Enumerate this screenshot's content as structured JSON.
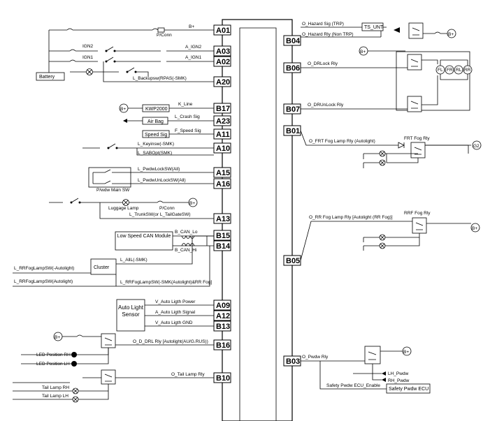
{
  "pins_left": [
    {
      "pin": "A01",
      "label": "B+"
    },
    {
      "pin": "A03",
      "label": "A_IGN2"
    },
    {
      "pin": "A02",
      "label": "A_IGN1"
    },
    {
      "pin": "A20",
      "label": "L_Backupsw(RPAS(-SMK)"
    },
    {
      "pin": "B17",
      "label": "K_Line"
    },
    {
      "pin": "A23",
      "label": "L_Crash Sig"
    },
    {
      "pin": "A11",
      "label": "F_Speed Sig"
    },
    {
      "pin": "A10",
      "label": "L_Keyinsw(-SMK)"
    },
    {
      "pin": "A15",
      "label": "L_PwdwLockSW(All)"
    },
    {
      "pin": "A16",
      "label": "L_PwdwUnLockSW(All)"
    },
    {
      "pin": "A13",
      "label": "L_TrunkSW(or L_TailGateSW)"
    },
    {
      "pin": "B15",
      "label": "B_CAN_Lo"
    },
    {
      "pin": "B14",
      "label": "B_CAN_Hi"
    },
    {
      "pin": "A09",
      "label": "V_Auto Ligth Power"
    },
    {
      "pin": "A12",
      "label": "A_Auto Ligth Signal"
    },
    {
      "pin": "B13",
      "label": "V_Auto Ligth GND"
    },
    {
      "pin": "B16",
      "label": "O_D_DRL Rly [Autolight(AU/G.RUS))"
    },
    {
      "pin": "B10",
      "label": "O_Tail Lamp Rly"
    }
  ],
  "pins_right": [
    {
      "pin": "B04",
      "label1": "O_Hazard Sig (TRP)",
      "label2": "O_Hazard Rly (Non TRP)"
    },
    {
      "pin": "B06",
      "label1": "O_DRLock Rly"
    },
    {
      "pin": "B07",
      "label1": "O_DRUnLock Rly"
    },
    {
      "pin": "B01",
      "label1": "O_FRT Fog Lamp Rly (Autolight)"
    },
    {
      "pin": "B05",
      "label1": "O_RR Fog Lamp Rly [Autolight (RR Fog)]"
    },
    {
      "pin": "B03",
      "label1": "O_Pwdw Rly"
    }
  ],
  "left_labels": {
    "pconn1": "P/Conn",
    "ign2": "IGN2",
    "ign1": "IGN1",
    "battery": "Battery",
    "kwp": "KWP2000",
    "airbag": "Air Bag",
    "speed": "Speed Sig",
    "sabopt": "L_SABOpt(SMK)",
    "pwdw_main": "P/wdw Main SW",
    "luggage": "Luggage Lamp",
    "pconn2": "P/Conn",
    "can_module": "Low Speed CAN Module",
    "cluster": "Cluster",
    "alll": "L_AllL(-SMK)",
    "rrfog_auto_neg": "L_RRFogLampSW(-Autolight)",
    "rrfog_auto": "L_RRFogLampSW(Autolight)",
    "rrfog_smk": "L_RRFogLampSW(-SMK(Autolight)&RR Fog]",
    "auto_light": "Auto Light Sensor",
    "led_rh": "LED Position RH",
    "led_lh": "LED Position LH",
    "tail_rh": "Tail Lamp RH",
    "tail_lh": "Tail Lamp LH",
    "bplus": "B+"
  },
  "right_labels": {
    "ts_unt": "TS_UNT",
    "frt_fog": "FRT Fog Rly",
    "rrf_fog": "RRF Fog Rly",
    "g2": "G2",
    "lh_pwdw": "LH_Pwdw",
    "rh_pwdw": "RH_Pwdw",
    "safety_enable": "Safety Pwdw ECU_Enable",
    "safety_ecu": "Safety Pwdw ECU",
    "bplus": "B+",
    "motors": [
      "FL",
      "FR",
      "RL",
      "RR"
    ]
  }
}
